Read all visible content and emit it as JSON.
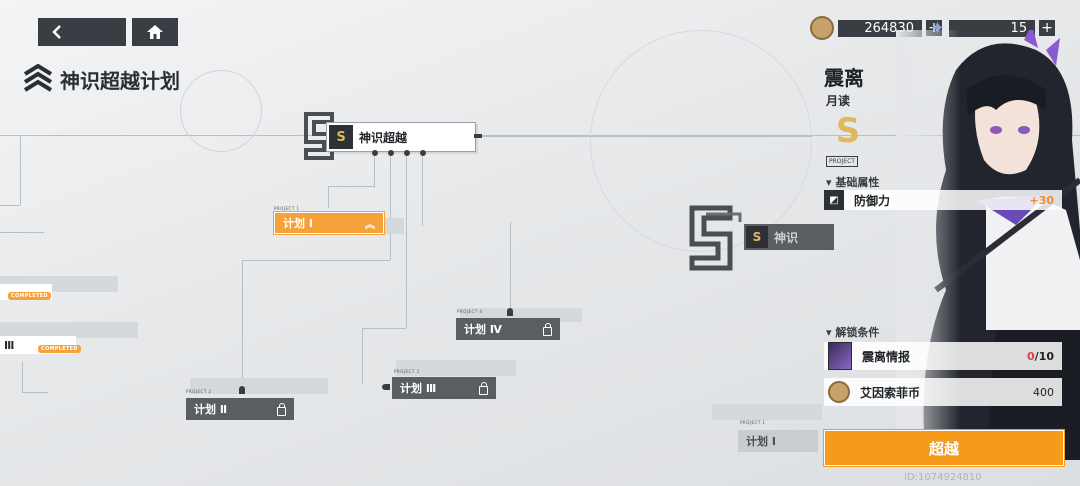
{
  "nav": {
    "back_icon": "back-arrow-icon",
    "home_icon": "home-icon"
  },
  "page_title": "神识超越计划",
  "currencies": [
    {
      "icon": "coin-icon",
      "value": "264830",
      "plus": "+"
    },
    {
      "icon": "star-icon",
      "value": "15",
      "plus": "+"
    }
  ],
  "tree": {
    "root_label": "神识超越",
    "plans": [
      {
        "tag": "PROJECT 1",
        "label": "计划 Ⅰ",
        "state": "active"
      },
      {
        "tag": "PROJECT 2",
        "label": "计划 Ⅱ",
        "state": "locked"
      },
      {
        "tag": "PROJECT 3",
        "label": "计划 Ⅲ",
        "state": "locked"
      },
      {
        "tag": "PROJECT 4",
        "label": "计划 Ⅳ",
        "state": "locked"
      }
    ],
    "left_badge_1": "COMPLETED",
    "left_badge_2": "COMPLETED",
    "left_plan_label": "Ⅲ",
    "mid_node_label": "神识",
    "right_plan": {
      "tag": "PROJECT 1",
      "label": "计划 Ⅰ"
    }
  },
  "side": {
    "char_name": "震离",
    "char_sub": "月读",
    "project_tag": "PROJECT",
    "base_attr_header": "▾ 基础属性",
    "attr": {
      "label": "防御力",
      "value": "+30"
    },
    "unlock_header": "▾ 解锁条件",
    "conditions": [
      {
        "label": "震离情报",
        "progress_current": "0",
        "progress_total": "/10"
      },
      {
        "label": "艾因索菲币",
        "value": "400"
      }
    ],
    "confirm_label": "超越",
    "id_text": "ID:1074924810"
  },
  "colors": {
    "accent": "#f59a1a",
    "dark": "#3a3e44",
    "red": "#e04040"
  }
}
